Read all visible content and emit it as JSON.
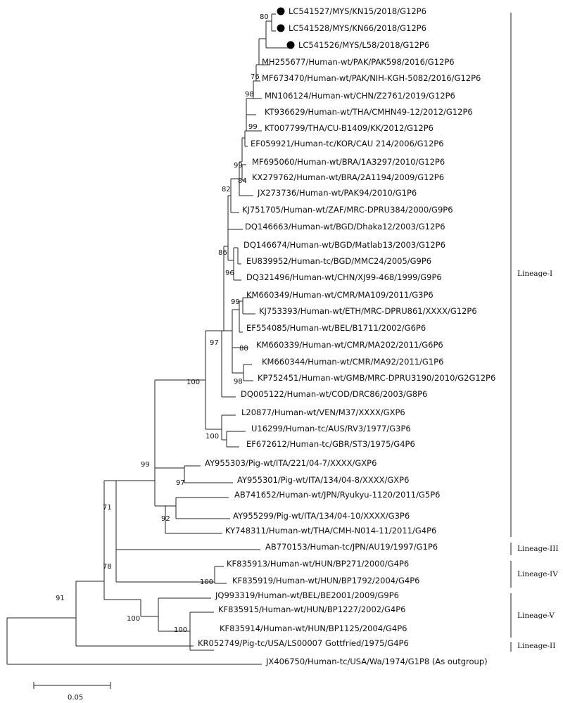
{
  "tree": {
    "taxa": [
      {
        "name": "LC541527/MYS/KN15/2018/G12P6",
        "marker": "filled-circle"
      },
      {
        "name": "LC541528/MYS/KN66/2018/G12P6",
        "marker": "filled-circle"
      },
      {
        "name": "LC541526/MYS/L58/2018/G12P6",
        "marker": "filled-circle"
      },
      {
        "name": "MH255677/Human-wt/PAK/PAK598/2016/G12P6"
      },
      {
        "name": "MF673470/Human-wt/PAK/NIH-KGH-5082/2016/G12P6"
      },
      {
        "name": "MN106124/Human-wt/CHN/Z2761/2019/G12P6"
      },
      {
        "name": "KT936629/Human-wt/THA/CMHN49-12/2012/G12P6"
      },
      {
        "name": "KT007799/THA/CU-B1409/KK/2012/G12P6"
      },
      {
        "name": "EF059921/Human-tc/KOR/CAU 214/2006/G12P6"
      },
      {
        "name": "MF695060/Human-wt/BRA/1A3297/2010/G12P6"
      },
      {
        "name": "KX279762/Human-wt/BRA/2A1194/2009/G12P6"
      },
      {
        "name": "JX273736/Human-wt/PAK94/2010/G1P6"
      },
      {
        "name": "KJ751705/Human-wt/ZAF/MRC-DPRU384/2000/G9P6"
      },
      {
        "name": "DQ146663/Human-wt/BGD/Dhaka12/2003/G12P6"
      },
      {
        "name": "DQ146674/Human-wt/BGD/Matlab13/2003/G12P6"
      },
      {
        "name": "EU839952/Human-tc/BGD/MMC24/2005/G9P6"
      },
      {
        "name": "DQ321496/Human-wt/CHN/XJ99-468/1999/G9P6"
      },
      {
        "name": "KM660349/Human-wt/CMR/MA109/2011/G3P6"
      },
      {
        "name": "KJ753393/Human-wt/ETH/MRC-DPRU861/XXXX/G12P6"
      },
      {
        "name": "EF554085/Human-wt/BEL/B1711/2002/G6P6"
      },
      {
        "name": "KM660339/Human-wt/CMR/MA202/2011/G6P6"
      },
      {
        "name": "KM660344/Human-wt/CMR/MA92/2011/G1P6"
      },
      {
        "name": "KP752451/Human-wt/GMB/MRC-DPRU3190/2010/G2G12P6"
      },
      {
        "name": "DQ005122/Human-wt/COD/DRC86/2003/G8P6"
      },
      {
        "name": "L20877/Human-wt/VEN/M37/XXXX/GXP6"
      },
      {
        "name": "U16299/Human-tc/AUS/RV3/1977/G3P6"
      },
      {
        "name": "EF672612/Human-tc/GBR/ST3/1975/G4P6"
      },
      {
        "name": "AY955303/Pig-wt/ITA/221/04-7/XXXX/GXP6"
      },
      {
        "name": "AY955301/Pig-wt/ITA/134/04-8/XXXX/GXP6"
      },
      {
        "name": "AB741652/Human-wt/JPN/Ryukyu-1120/2011/G5P6"
      },
      {
        "name": "AY955299/Pig-wt/ITA/134/04-10/XXXX/G3P6"
      },
      {
        "name": "KY748311/Human-wt/THA/CMH-N014-11/2011/G4P6"
      },
      {
        "name": "AB770153/Human-tc/JPN/AU19/1997/G1P6"
      },
      {
        "name": "KF835913/Human-wt/HUN/BP271/2000/G4P6"
      },
      {
        "name": "KF835919/Human-wt/HUN/BP1792/2004/G4P6"
      },
      {
        "name": "JQ993319/Human-wt/BEL/BE2001/2009/G9P6"
      },
      {
        "name": "KF835915/Human-wt/HUN/BP1227/2002/G4P6"
      },
      {
        "name": "KF835914/Human-wt/HUN/BP1125/2004/G4P6"
      },
      {
        "name": "KR052749/Pig-tc/USA/LS00007 Gottfried/1975/G4P6"
      },
      {
        "name": "JX406750/Human-tc/USA/Wa/1974/G1P8 (As outgroup)"
      }
    ],
    "bootstrap": [
      "80",
      "76",
      "98",
      "99",
      "99",
      "84",
      "82",
      "86",
      "96",
      "99",
      "88",
      "98",
      "97",
      "100",
      "100",
      "99",
      "97",
      "92",
      "71",
      "78",
      "100",
      "100",
      "100",
      "91"
    ],
    "lineages": [
      "Lineage-I",
      "Lineage-III",
      "Lineage-IV",
      "Lineage-V",
      "Lineage-II"
    ],
    "scale_bar_label": "0.05"
  }
}
